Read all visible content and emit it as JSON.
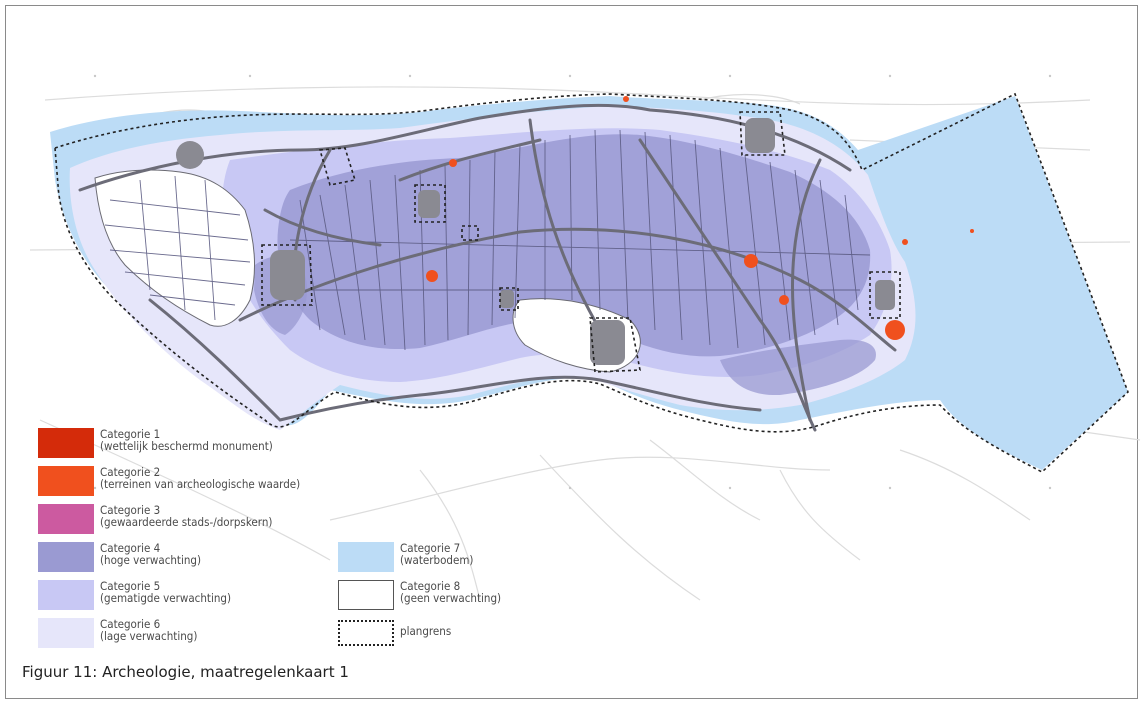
{
  "map": {
    "colors": {
      "cat1": "#d42b0a",
      "cat2": "#f0501e",
      "cat3": "#cc5aa0",
      "cat4": "#9a9ad2",
      "cat5": "#c8c8f4",
      "cat6": "#e6e6fa",
      "cat7": "#bcdcf6",
      "cat8": "#ffffff",
      "roads": "#6c6c78",
      "ditches": "#55557a",
      "background_lines": "#d8d8d8"
    }
  },
  "legend": {
    "items": [
      {
        "title": "Categorie 1",
        "desc": "(wettelijk beschermd monument)",
        "color": "#d42b0a"
      },
      {
        "title": "Categorie 2",
        "desc": "(terreinen van archeologische waarde)",
        "color": "#f0501e"
      },
      {
        "title": "Categorie 3",
        "desc": "(gewaardeerde stads-/dorpskern)",
        "color": "#cc5aa0"
      },
      {
        "title": "Categorie 4",
        "desc": "(hoge verwachting)",
        "color": "#9a9ad2"
      },
      {
        "title": "Categorie 5",
        "desc": "(gematigde verwachting)",
        "color": "#c8c8f4"
      },
      {
        "title": "Categorie 6",
        "desc": "(lage verwachting)",
        "color": "#e6e6fa"
      },
      {
        "title": "Categorie 7",
        "desc": "(waterbodem)",
        "color": "#bcdcf6"
      },
      {
        "title": "Categorie 8",
        "desc": "(geen verwachting)",
        "color": "#ffffff"
      }
    ],
    "plangrens_label": "plangrens"
  },
  "caption": "Figuur 11: Archeologie, maatregelenkaart 1"
}
